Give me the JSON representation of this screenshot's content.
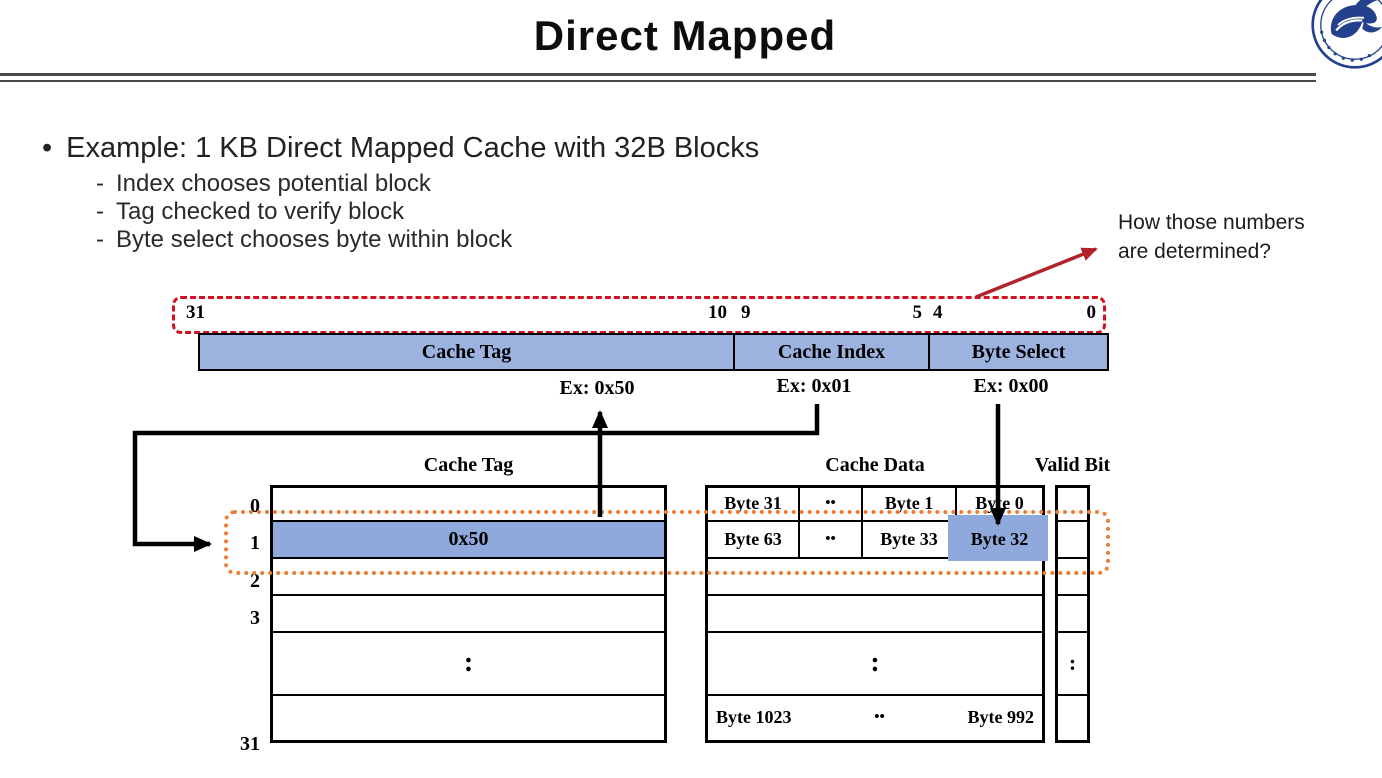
{
  "slide": {
    "title": "Direct Mapped"
  },
  "bullets": {
    "glyph": "•",
    "dash": "-",
    "main": "Example: 1 KB Direct Mapped Cache with 32B Blocks",
    "subs": [
      "Index chooses potential block",
      "Tag checked to verify block",
      "Byte select chooses byte within block"
    ]
  },
  "annotation": {
    "line1": "How those numbers",
    "line2": "are determined?"
  },
  "address": {
    "bit_labels": {
      "b31": "31",
      "b10": "10",
      "b9": "9",
      "b5": "5",
      "b4": "4",
      "b0": "0"
    },
    "fields": [
      {
        "label": "Cache Tag",
        "example": "Ex: 0x50"
      },
      {
        "label": "Cache Index",
        "example": "Ex: 0x01"
      },
      {
        "label": "Byte Select",
        "example": "Ex: 0x00"
      }
    ]
  },
  "cache": {
    "headers": {
      "tag": "Cache Tag",
      "data": "Cache Data",
      "valid": "Valid Bit"
    },
    "row_labels": [
      "0",
      "1",
      "2",
      "3",
      "31"
    ],
    "tag_rows": {
      "row1": "0x50"
    },
    "data_rows": {
      "row0": [
        "Byte 31",
        "••",
        "Byte 1",
        "Byte 0"
      ],
      "row1": [
        "Byte 63",
        "••",
        "Byte 33",
        "Byte 32"
      ],
      "row31": [
        "Byte 1023",
        "••",
        "Byte 992"
      ]
    },
    "ellipsis_vertical": ":"
  },
  "colors": {
    "field_blue": "#9CB3E0",
    "row_highlight_blue": "#8FA9DC",
    "dashed_red": "#D01220",
    "arrow_red": "#B0232B",
    "dotted_orange": "#EC7C30",
    "logo_navy": "#24418E"
  }
}
